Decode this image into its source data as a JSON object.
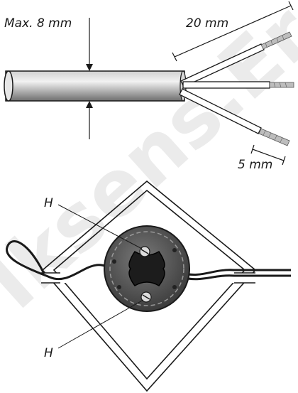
{
  "watermark": "Iksens.Er",
  "labels": {
    "max_diameter": "Max. 8 mm",
    "strip_length": "20 mm",
    "bare_length": "5 mm",
    "screw_top": "H",
    "screw_bottom": "H"
  },
  "colors": {
    "cable_sheath": "#8a8a8a",
    "line": "#1a1a1a",
    "motor_body": "#5a5a5a",
    "socket": "#1c1c1c"
  }
}
